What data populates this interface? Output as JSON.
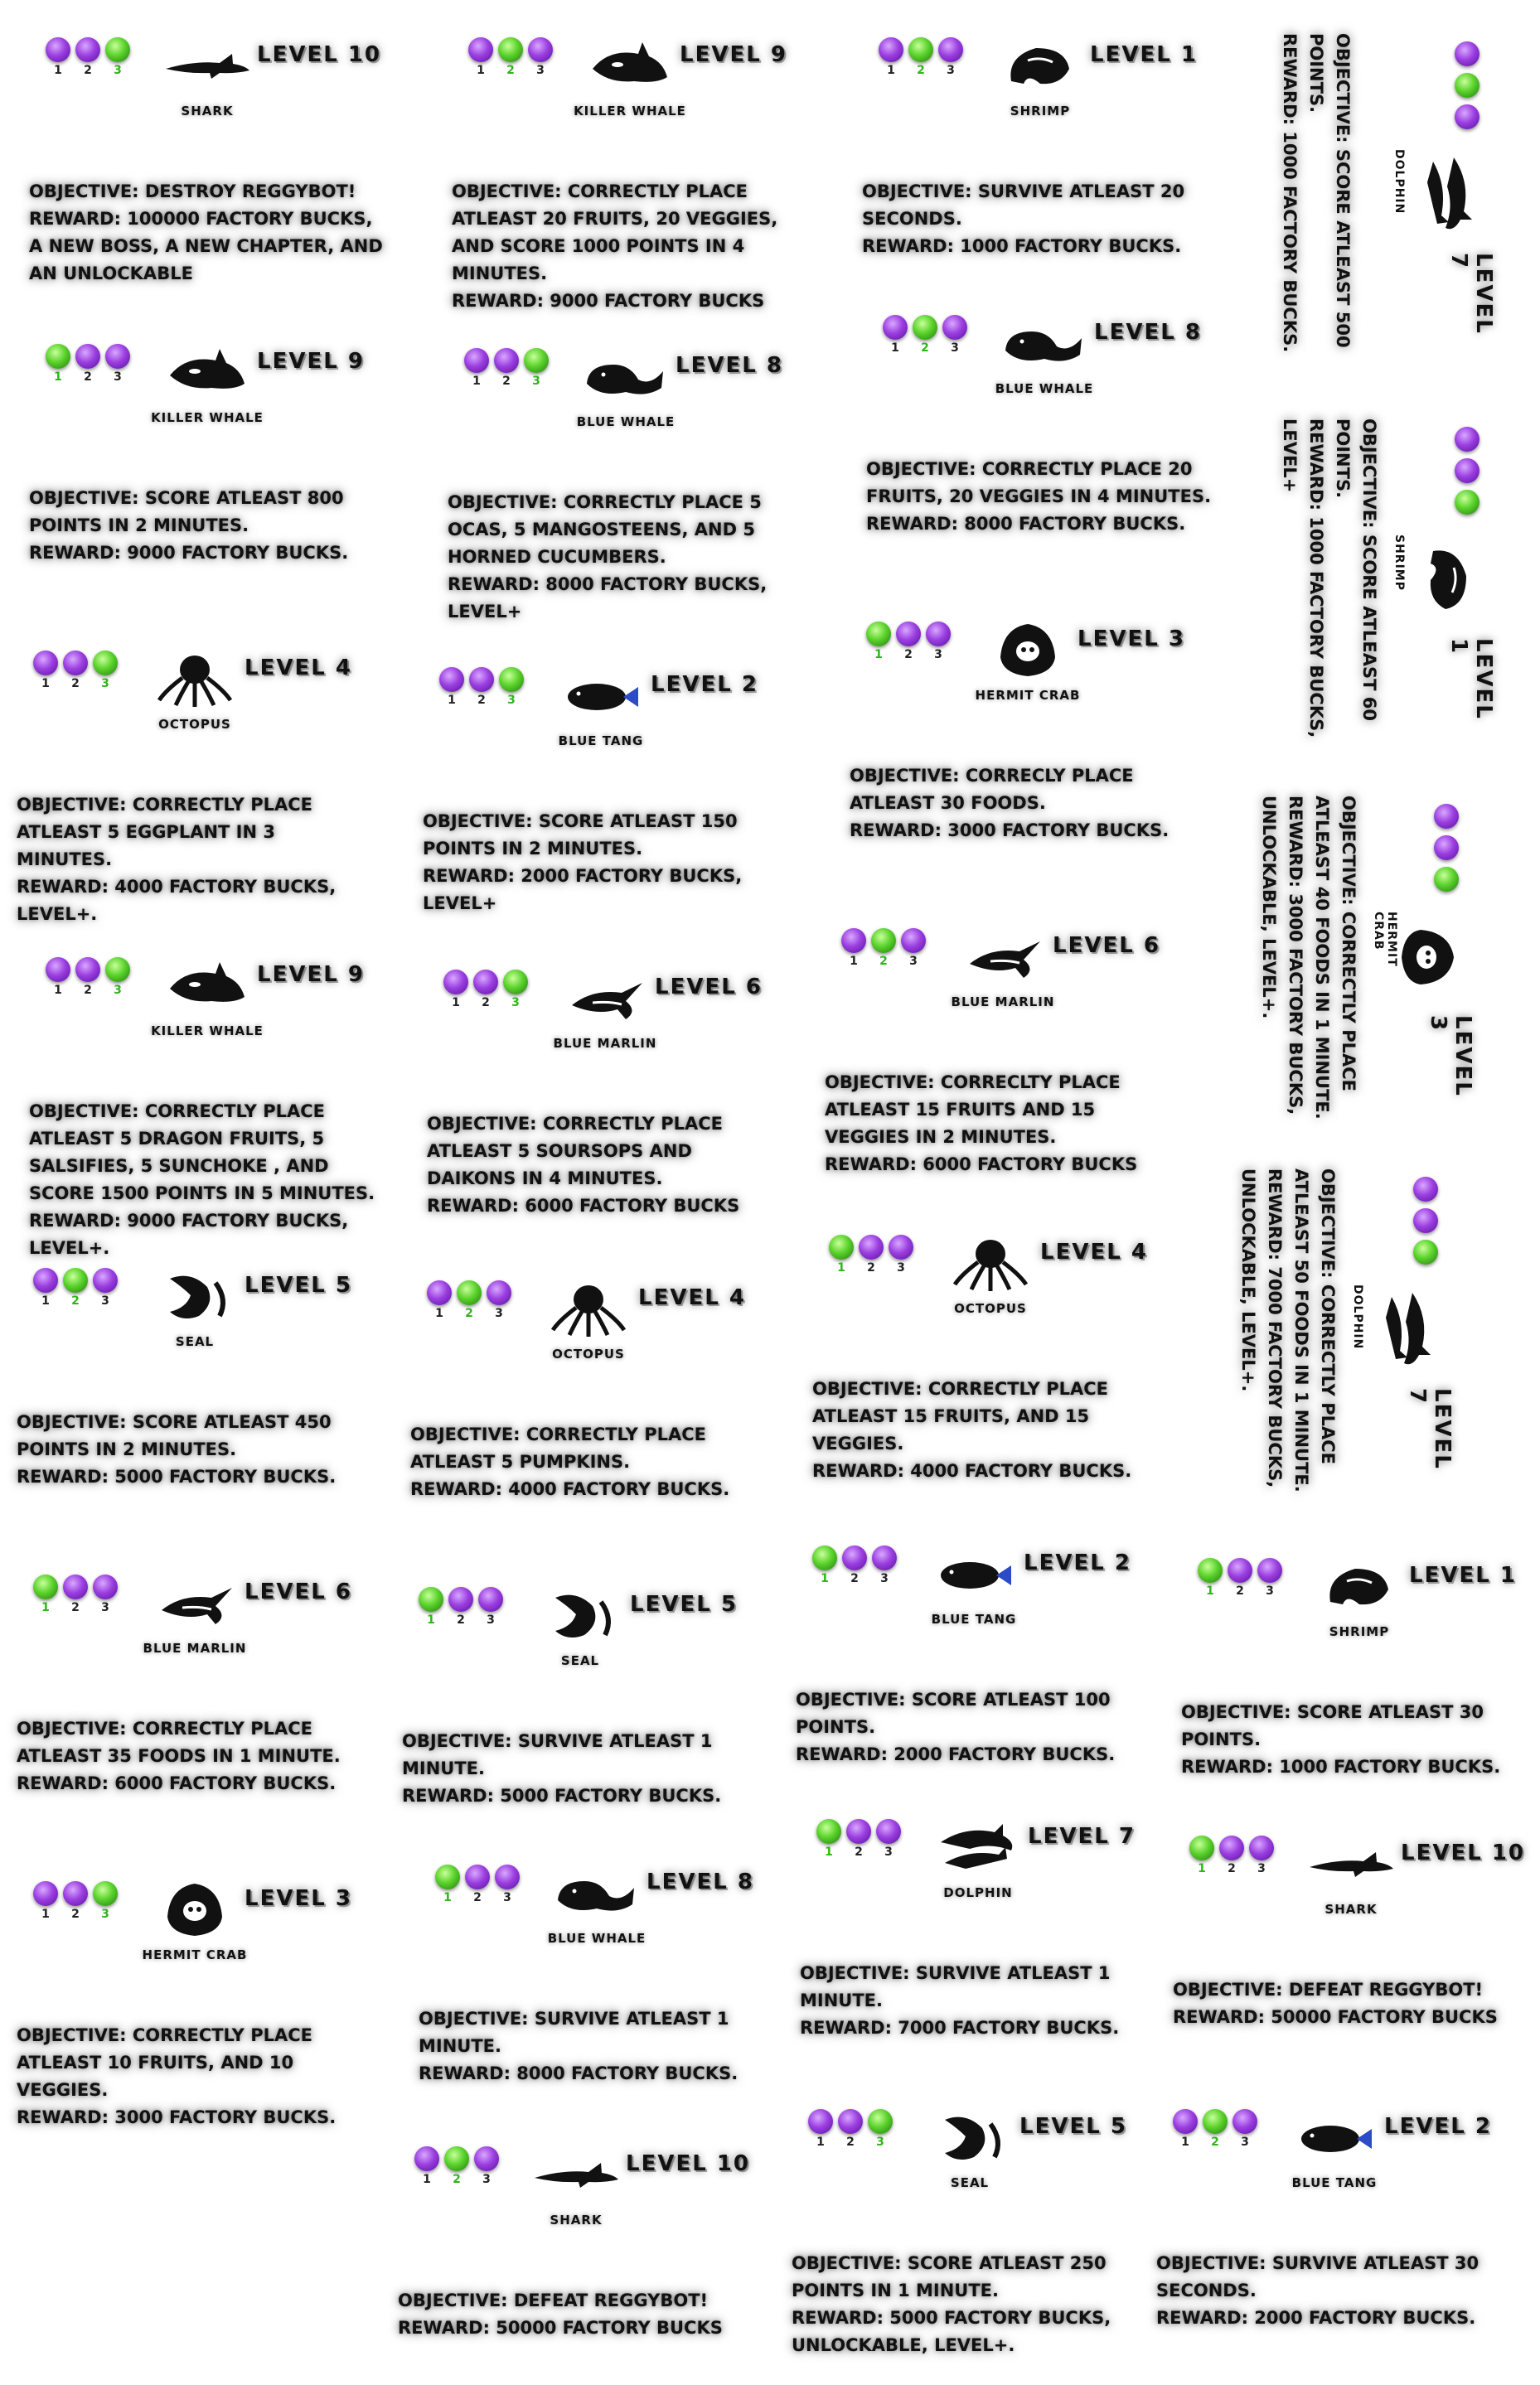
{
  "panels": [
    {
      "level": "LEVEL 10",
      "creature": "SHARK",
      "icon": "shark-icon",
      "sel": 3,
      "obj": "OBJECTIVE: DESTROY REGGYBOT!\n  REWARD: 100000 FACTORY BUCKS, A NEW BOSS, A NEW CHAPTER, AND AN UNLOCKABLE"
    },
    {
      "level": "LEVEL 9",
      "creature": "KILLER WHALE",
      "icon": "killer-whale-icon",
      "sel": 2,
      "obj": "OBJECTIVE: CORRECTLY PLACE ATLEAST 20 FRUITS, 20 VEGGIES, AND SCORE 1000 POINTS IN 4 MINUTES.\n  REWARD: 9000 FACTORY BUCKS"
    },
    {
      "level": "LEVEL 1",
      "creature": "SHRIMP",
      "icon": "shrimp-icon",
      "sel": 2,
      "obj": "OBJECTIVE: SURVIVE ATLEAST 20 SECONDS.\n  REWARD: 1000 FACTORY BUCKS."
    },
    {
      "level": "LEVEL 9",
      "creature": "KILLER WHALE",
      "icon": "killer-whale-icon",
      "sel": 1,
      "obj": "OBJECTIVE: SCORE ATLEAST 800 POINTS IN 2 MINUTES.\n  REWARD: 9000 FACTORY BUCKS."
    },
    {
      "level": "LEVEL 8",
      "creature": "BLUE WHALE",
      "icon": "blue-whale-icon",
      "sel": 3,
      "obj": "OBJECTIVE: CORRECTLY PLACE 5 OCAS, 5 MANGOSTEENS, AND 5 HORNED CUCUMBERS.\n  REWARD: 8000 FACTORY BUCKS, LEVEL+"
    },
    {
      "level": "LEVEL 8",
      "creature": "BLUE WHALE",
      "icon": "blue-whale-icon",
      "sel": 2,
      "obj": "OBJECTIVE: CORRECTLY PLACE 20 FRUITS, 20 VEGGIES IN 4 MINUTES.\n  REWARD: 8000 FACTORY BUCKS."
    },
    {
      "level": "LEVEL 4",
      "creature": "OCTOPUS",
      "icon": "octopus-icon",
      "sel": 3,
      "obj": "OBJECTIVE: CORRECTLY PLACE ATLEAST 5 EGGPLANT IN 3 MINUTES.\n  REWARD: 4000 FACTORY BUCKS, LEVEL+."
    },
    {
      "level": "LEVEL 2",
      "creature": "BLUE TANG",
      "icon": "blue-tang-icon",
      "sel": 3,
      "obj": "OBJECTIVE: SCORE ATLEAST 150 POINTS IN 2 MINUTES.\n  REWARD: 2000 FACTORY BUCKS, LEVEL+"
    },
    {
      "level": "LEVEL 3",
      "creature": "HERMIT CRAB",
      "icon": "hermit-crab-icon",
      "sel": 1,
      "obj": "OBJECTIVE: CORRECLY PLACE ATLEAST 30 FOODS.\n  REWARD: 3000 FACTORY BUCKS."
    },
    {
      "level": "LEVEL 9",
      "creature": "KILLER WHALE",
      "icon": "killer-whale-icon",
      "sel": 3,
      "obj": "OBJECTIVE: CORRECTLY PLACE ATLEAST 5 DRAGON FRUITS, 5 SALSIFIES, 5 SUNCHOKE , AND SCORE 1500 POINTS IN 5 MINUTES.\n  REWARD: 9000 FACTORY BUCKS, LEVEL+."
    },
    {
      "level": "LEVEL 6",
      "creature": "BLUE MARLIN",
      "icon": "blue-marlin-icon",
      "sel": 3,
      "obj": "OBJECTIVE: CORRECTLY PLACE ATLEAST 5 SOURSOPS AND DAIKONS IN 4 MINUTES.\n  REWARD: 6000 FACTORY BUCKS"
    },
    {
      "level": "LEVEL 6",
      "creature": "BLUE MARLIN",
      "icon": "blue-marlin-icon",
      "sel": 2,
      "obj": "OBJECTIVE: CORRECLTY PLACE ATLEAST 15 FRUITS AND 15 VEGGIES IN 2 MINUTES.\n  REWARD: 6000 FACTORY BUCKS"
    },
    {
      "level": "LEVEL 5",
      "creature": "SEAL",
      "icon": "seal-icon",
      "sel": 2,
      "obj": "OBJECTIVE: SCORE ATLEAST 450 POINTS IN 2 MINUTES.\n  REWARD: 5000 FACTORY BUCKS."
    },
    {
      "level": "LEVEL 4",
      "creature": "OCTOPUS",
      "icon": "octopus-icon",
      "sel": 2,
      "obj": "OBJECTIVE: CORRECTLY PLACE ATLEAST 5 PUMPKINS.\n  REWARD: 4000 FACTORY BUCKS."
    },
    {
      "level": "LEVEL 4",
      "creature": "OCTOPUS",
      "icon": "octopus-icon",
      "sel": 1,
      "obj": "OBJECTIVE: CORRECTLY PLACE ATLEAST 15 FRUITS, AND 15 VEGGIES.\n  REWARD: 4000 FACTORY BUCKS."
    },
    {
      "level": "LEVEL 6",
      "creature": "BLUE MARLIN",
      "icon": "blue-marlin-icon",
      "sel": 1,
      "obj": "OBJECTIVE: CORRECTLY PLACE ATLEAST 35 FOODS IN 1 MINUTE.\n  REWARD: 6000 FACTORY BUCKS."
    },
    {
      "level": "LEVEL 5",
      "creature": "SEAL",
      "icon": "seal-icon",
      "sel": 1,
      "obj": "OBJECTIVE: SURVIVE ATLEAST 1 MINUTE.\n  REWARD: 5000 FACTORY BUCKS."
    },
    {
      "level": "LEVEL 2",
      "creature": "BLUE TANG",
      "icon": "blue-tang-icon",
      "sel": 1,
      "obj": "OBJECTIVE: SCORE ATLEAST 100 POINTS.\n  REWARD: 2000 FACTORY BUCKS."
    },
    {
      "level": "LEVEL 1",
      "creature": "SHRIMP",
      "icon": "shrimp-icon",
      "sel": 1,
      "obj": "OBJECTIVE: SCORE ATLEAST 30 POINTS.\n  REWARD: 1000 FACTORY BUCKS."
    },
    {
      "level": "LEVEL 3",
      "creature": "HERMIT CRAB",
      "icon": "hermit-crab-icon",
      "sel": 3,
      "obj": "OBJECTIVE: CORRECTLY PLACE ATLEAST 10 FRUITS, AND 10 VEGGIES.\n  REWARD: 3000 FACTORY BUCKS."
    },
    {
      "level": "LEVEL 8",
      "creature": "BLUE WHALE",
      "icon": "blue-whale-icon",
      "sel": 1,
      "obj": "OBJECTIVE: SURVIVE ATLEAST 1 MINUTE.\n  REWARD: 8000 FACTORY BUCKS."
    },
    {
      "level": "LEVEL 7",
      "creature": "DOLPHIN",
      "icon": "dolphin-icon",
      "sel": 1,
      "obj": "OBJECTIVE: SURVIVE ATLEAST 1 MINUTE.\n  REWARD: 7000 FACTORY BUCKS."
    },
    {
      "level": "LEVEL 10",
      "creature": "SHARK",
      "icon": "shark-icon",
      "sel": 1,
      "obj": "OBJECTIVE: DEFEAT REGGYBOT!\n  REWARD: 50000 FACTORY BUCKS"
    },
    {
      "level": "LEVEL 10",
      "creature": "SHARK",
      "icon": "shark-icon",
      "sel": 2,
      "obj": "OBJECTIVE: DEFEAT REGGYBOT!\n  REWARD: 50000 FACTORY BUCKS"
    },
    {
      "level": "LEVEL 5",
      "creature": "SEAL",
      "icon": "seal-icon",
      "sel": 3,
      "obj": "OBJECTIVE: SCORE ATLEAST 250 POINTS IN 1 MINUTE.\n  REWARD: 5000 FACTORY BUCKS, UNLOCKABLE, LEVEL+."
    },
    {
      "level": "LEVEL 2",
      "creature": "BLUE TANG",
      "icon": "blue-tang-icon",
      "sel": 2,
      "obj": "OBJECTIVE: SURVIVE ATLEAST 30 SECONDS.\n  REWARD: 2000 FACTORY BUCKS."
    }
  ],
  "vpanels": [
    {
      "level": "LEVEL 7",
      "creature": "DOLPHIN",
      "icon": "dolphin-icon",
      "sel": 2,
      "obj": "OBJECTIVE: SCORE ATLEAST 500 POINTS.\nREWARD: 1000 FACTORY BUCKS."
    },
    {
      "level": "LEVEL 1",
      "creature": "SHRIMP",
      "icon": "shrimp-icon",
      "sel": 3,
      "obj": "OBJECTIVE: SCORE ATLEAST 60 POINTS.\nREWARD: 1000 FACTORY BUCKS, LEVEL+"
    },
    {
      "level": "LEVEL 3",
      "creature": "HERMIT CRAB",
      "icon": "hermit-crab-icon",
      "sel": 3,
      "obj": "OBJECTIVE: CORRECTLY PLACE ATLEAST 40 FOODS IN 1 MINUTE.\nREWARD: 3000 FACTORY BUCKS, UNLOCKABLE, LEVEL+."
    },
    {
      "level": "LEVEL 7",
      "creature": "DOLPHIN",
      "icon": "dolphin-icon",
      "sel": 3,
      "obj": "OBJECTIVE: CORRECTLY PLACE ATLEAST 50 FOODS IN 1 MINUTE.\nREWARD: 7000 FACTORY BUCKS, UNLOCKABLE, LEVEL+."
    }
  ],
  "orb_labels": [
    "1",
    "2",
    "3"
  ],
  "colors": {
    "orb": "#9b3fe0",
    "orb_selected": "#5ad22b",
    "text": "#111111"
  }
}
